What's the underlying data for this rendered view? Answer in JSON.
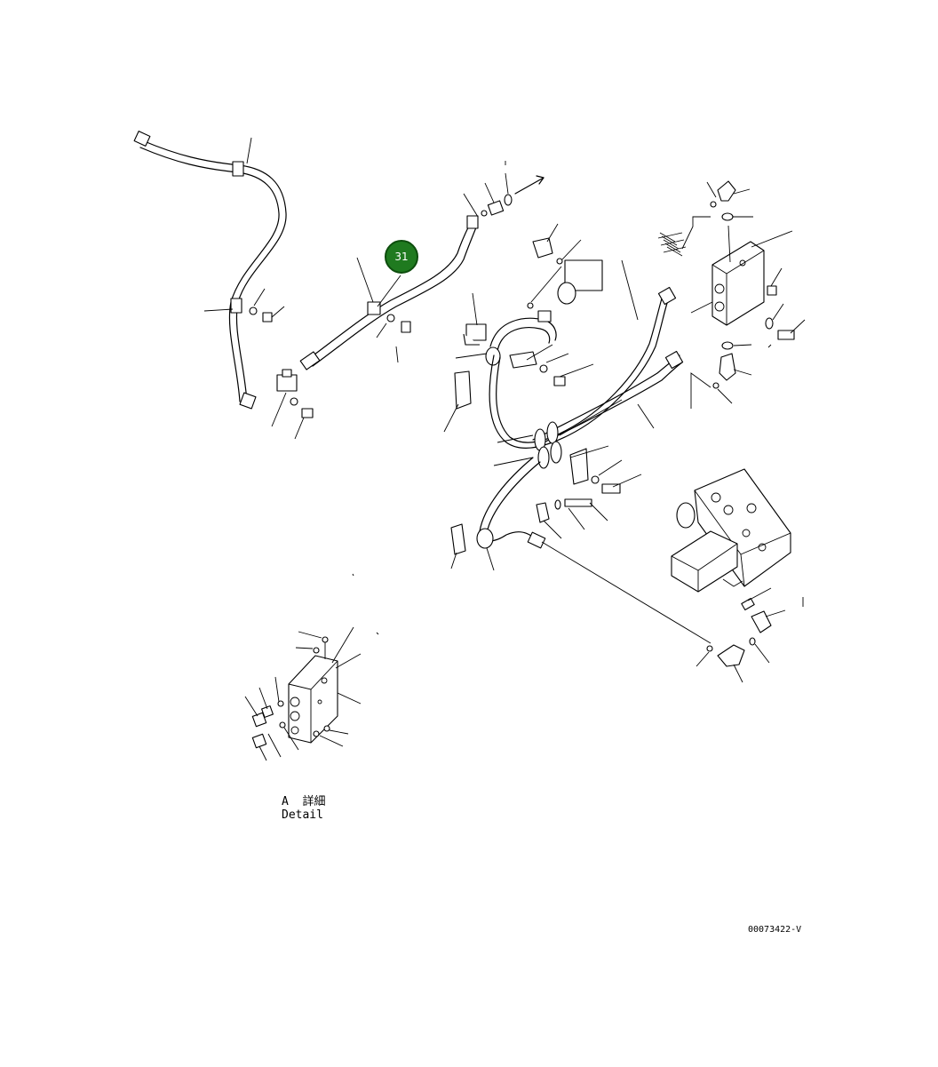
{
  "diagram": {
    "callout": {
      "label": "31",
      "color": "#1f7a1f"
    },
    "detail": {
      "line1": "A  詳細",
      "line2": "Detail"
    },
    "drawing_code": "00073422-V"
  }
}
